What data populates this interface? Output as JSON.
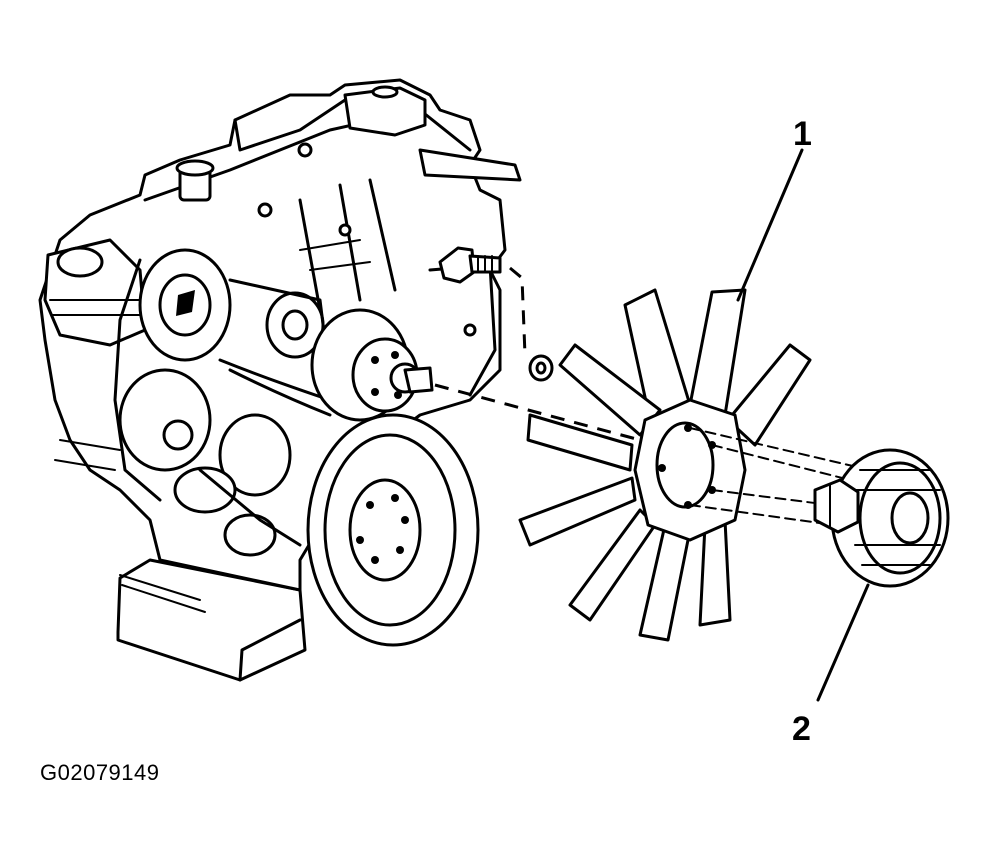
{
  "callouts": [
    {
      "label": "1"
    },
    {
      "label": "2"
    }
  ],
  "figure_id": "G02079149"
}
